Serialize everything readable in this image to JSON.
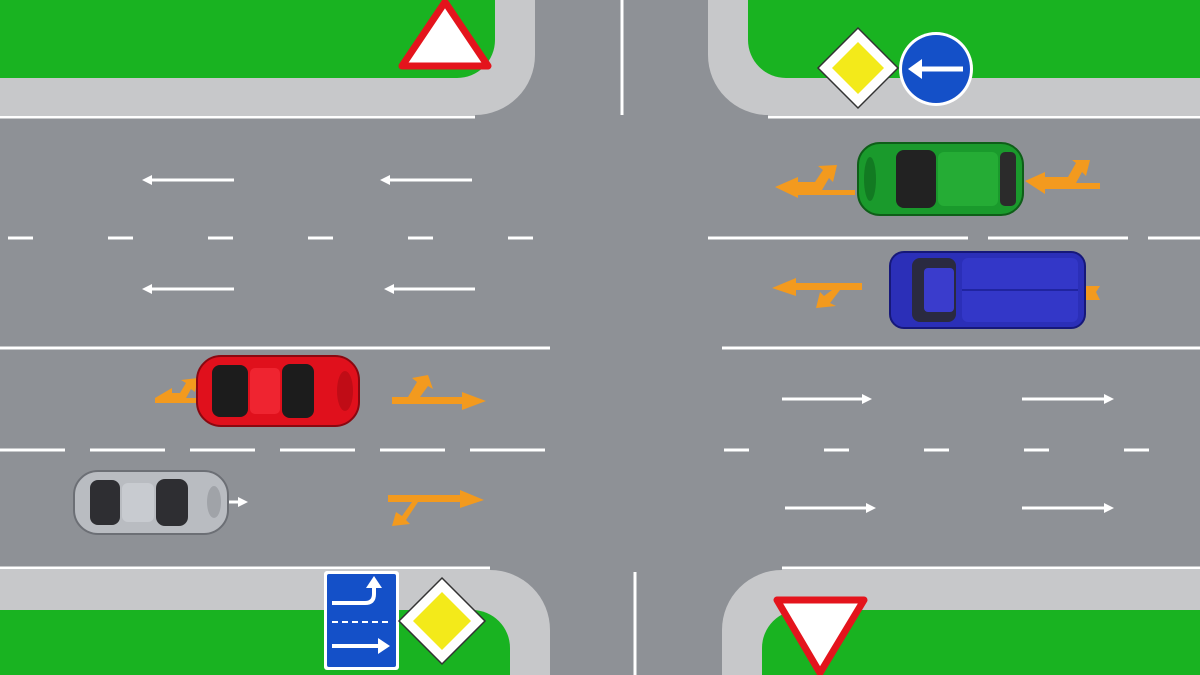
{
  "scene": {
    "type": "top-down road intersection",
    "colors": {
      "asphalt": "#8e9196",
      "grass": "#19b321",
      "curb": "#c7c8ca",
      "marking": "#ffffff",
      "signal_arrow": "#f39a1e",
      "sign_red": "#e4141c",
      "sign_blue": "#1450c8",
      "sign_yellow": "#f3ea1a"
    },
    "signs": [
      {
        "name": "give-way-sign-top-left",
        "kind": "triangle-warning"
      },
      {
        "name": "priority-road-sign-top-right",
        "kind": "main-road-diamond"
      },
      {
        "name": "turn-left-only-sign",
        "kind": "mandatory-direction-left"
      },
      {
        "name": "lane-direction-sign",
        "kind": "lane-directions-blue"
      },
      {
        "name": "priority-road-sign-bottom",
        "kind": "main-road-diamond"
      },
      {
        "name": "yield-sign-bottom-right",
        "kind": "inverted-triangle-yield"
      }
    ],
    "vehicles": [
      {
        "name": "green-hatchback",
        "color": "#1a9a2c",
        "signal": "left-turn"
      },
      {
        "name": "blue-van",
        "color": "#2b2fb8",
        "signal": "left-turn"
      },
      {
        "name": "red-coupe",
        "color": "#e0101c",
        "signal": "left-turn"
      },
      {
        "name": "silver-sports-car",
        "color": "#b9bcc1",
        "signal": "none"
      }
    ]
  }
}
